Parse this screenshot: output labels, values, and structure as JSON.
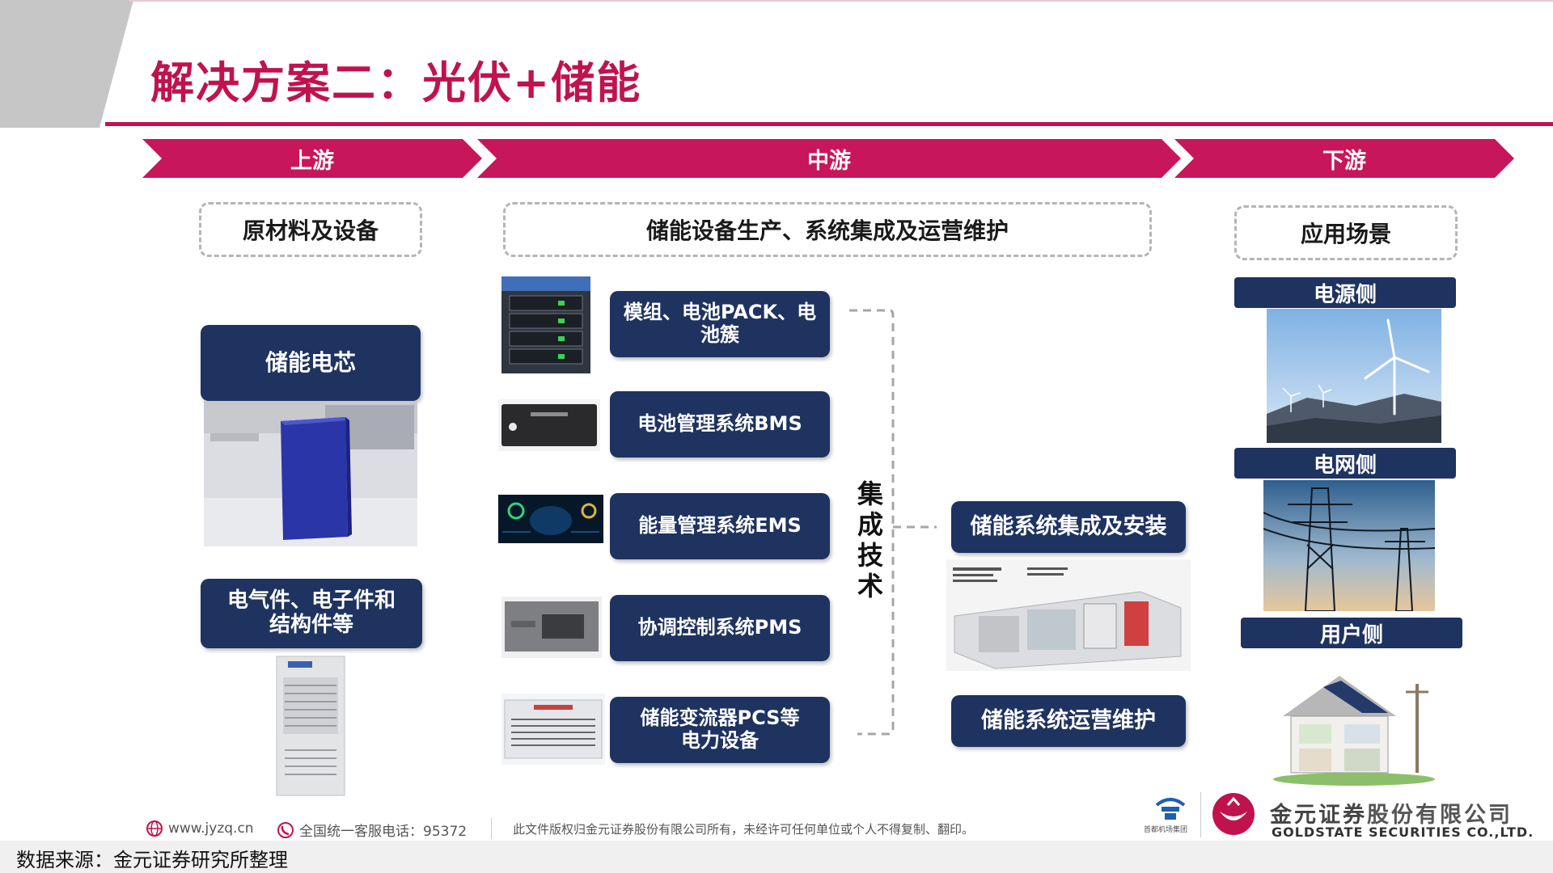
{
  "title": "解决方案二：光伏+储能",
  "stages": {
    "upstream": "上游",
    "midstream": "中游",
    "downstream": "下游"
  },
  "category_boxes": {
    "upstream": "原材料及设备",
    "midstream": "储能设备生产、系统集成及运营维护",
    "downstream": "应用场景"
  },
  "upstream_items": {
    "cell": "储能电芯",
    "parts_line1": "电气件、电子件和",
    "parts_line2": "结构件等"
  },
  "midstream_items": {
    "module_line1": "模组、电池PACK、电",
    "module_line2": "池簇",
    "bms": "电池管理系统BMS",
    "ems": "能量管理系统EMS",
    "pms": "协调控制系统PMS",
    "pcs_line1": "储能变流器PCS等",
    "pcs_line2": "电力设备"
  },
  "integration_label": [
    "集",
    "成",
    "技",
    "术"
  ],
  "integration_items": {
    "install": "储能系统集成及安装",
    "operate": "储能系统运营维护"
  },
  "downstream_items": {
    "source_side": "电源侧",
    "grid_side": "电网侧",
    "user_side": "用户侧"
  },
  "footer": {
    "website": "www.jyzq.cn",
    "hotline": "全国统一客服电话：95372",
    "copyright": "此文件版权归金元证券股份有限公司所有，未经许可任何单位或个人不得复制、翻印。",
    "brand_cn_bold": "金元证券",
    "brand_cn_rest": "股份有限公司",
    "brand_en": "GOLDSTATE SECURITIES CO.,LTD.",
    "airport_cn": "首都机场集团"
  },
  "source_note": "数据来源：金元证券研究所整理",
  "colors": {
    "accent": "#c0134e",
    "chevron": "#c8165a",
    "navy": "#1f3360"
  }
}
